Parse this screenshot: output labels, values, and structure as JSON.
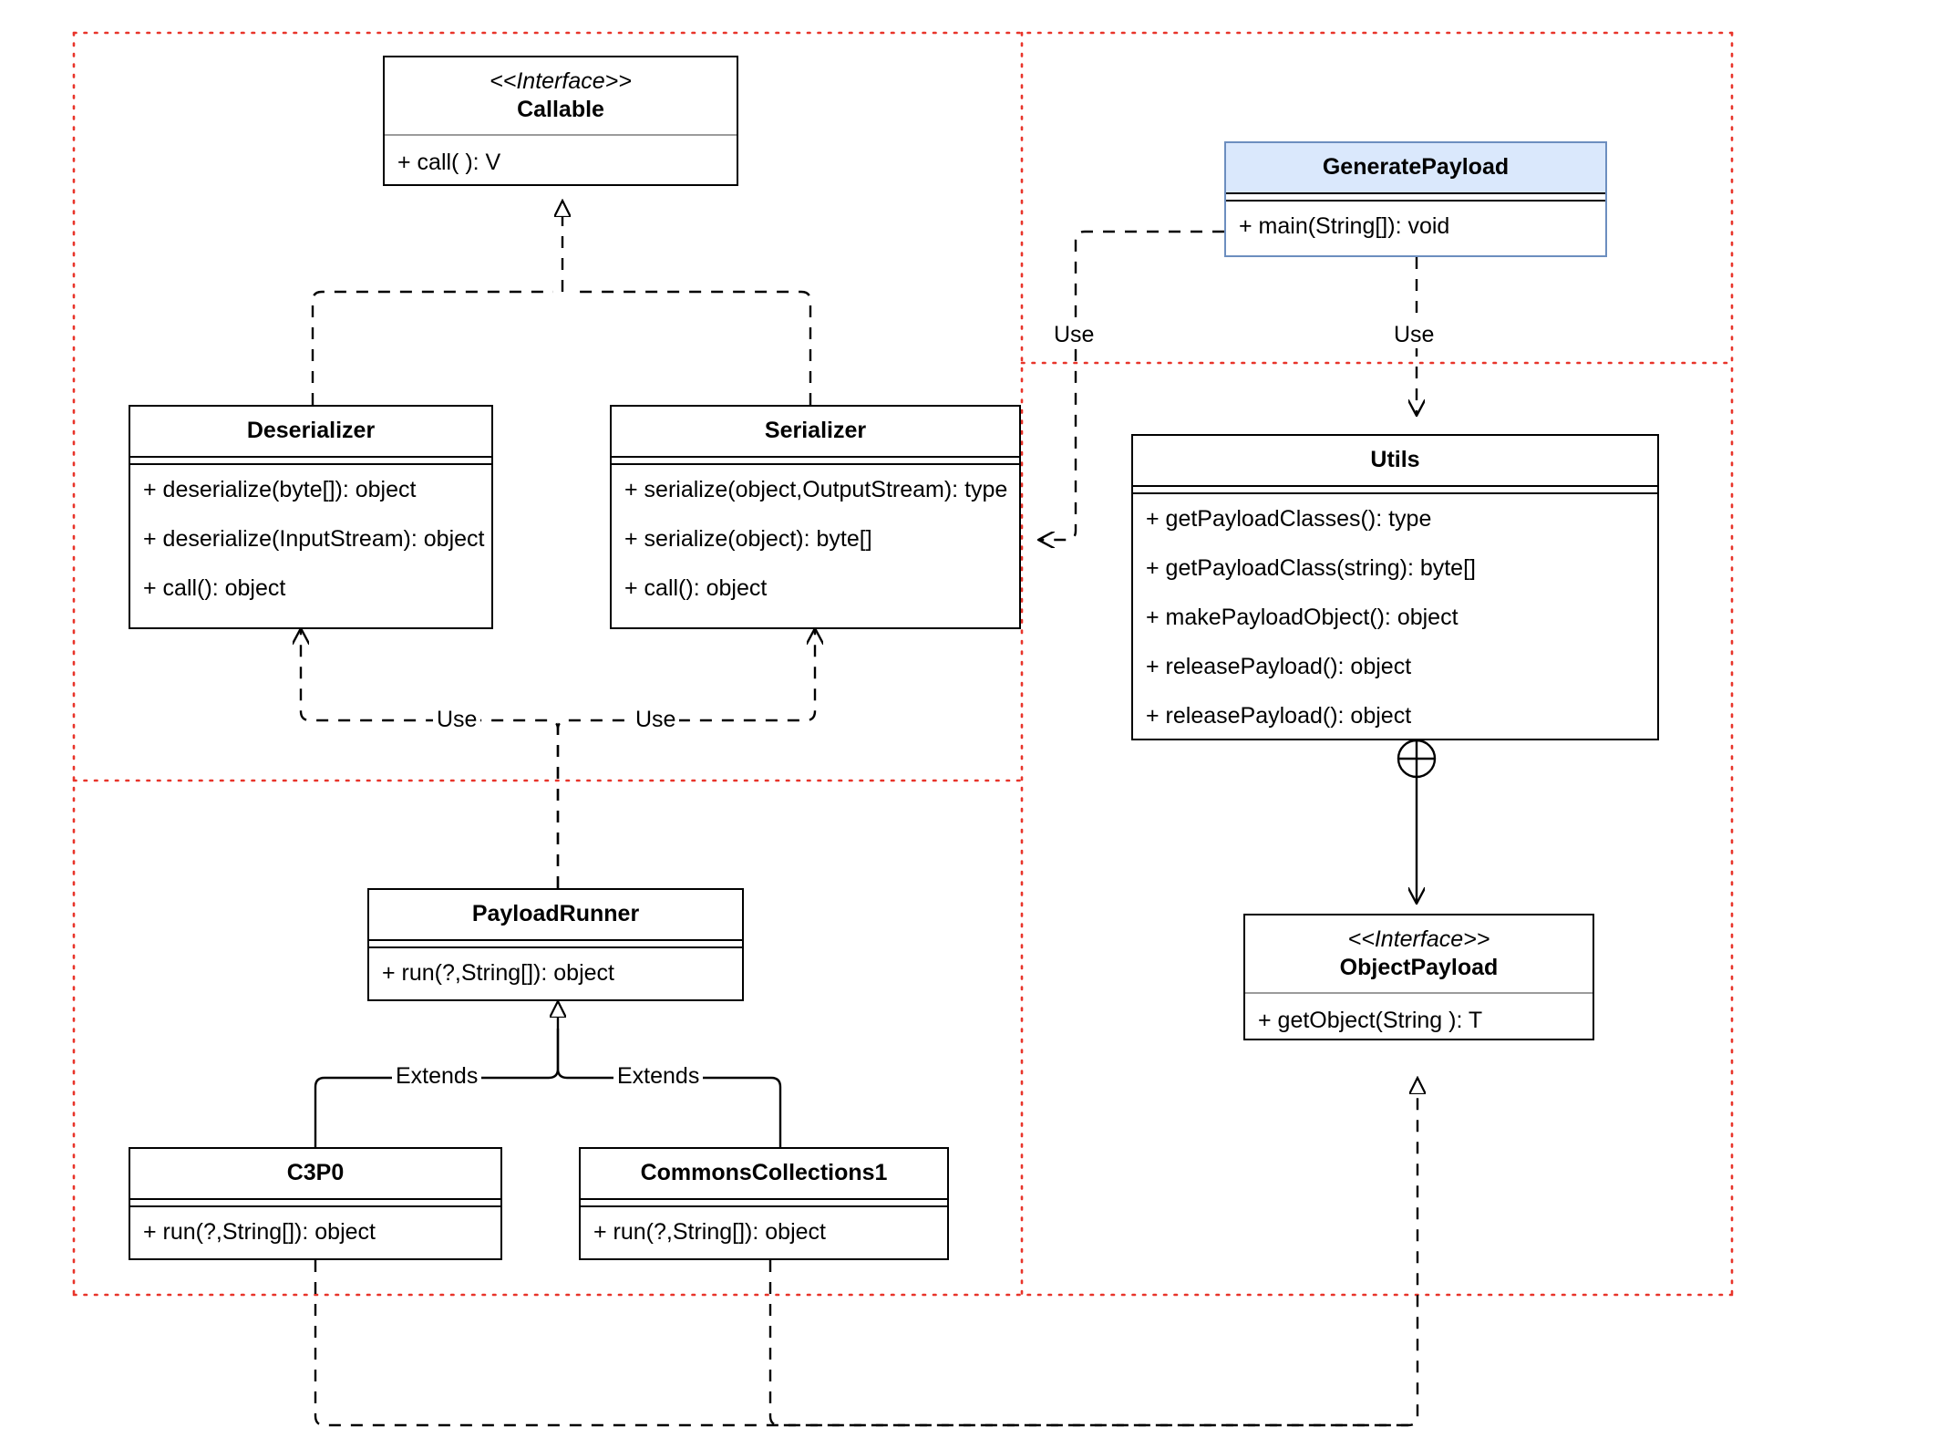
{
  "diagram": {
    "title": "UML Class Diagram",
    "type": "class-diagram",
    "colors": {
      "accent_fill": "#dae8fc",
      "accent_border": "#6c8ebf",
      "boundary": "#e8342a",
      "line": "#000000",
      "separator": "#9b9b9b"
    }
  },
  "classes": {
    "callable": {
      "stereotype": "<<Interface>>",
      "name": "Callable",
      "members": [
        "+ call( ): V"
      ]
    },
    "deserializer": {
      "name": "Deserializer",
      "members": [
        "+ deserialize(byte[]): object",
        "+ deserialize(InputStream): object",
        "+ call(): object"
      ]
    },
    "serializer": {
      "name": "Serializer",
      "members": [
        "+ serialize(object,OutputStream): type",
        "+ serialize(object): byte[]",
        "+ call(): object"
      ]
    },
    "generate_payload": {
      "name": "GeneratePayload",
      "members": [
        "+ main(String[]): void"
      ]
    },
    "utils": {
      "name": "Utils",
      "members": [
        "+ getPayloadClasses(): type",
        "+ getPayloadClass(string): byte[]",
        "+ makePayloadObject(): object",
        "+ releasePayload(): object",
        "+ releasePayload(): object"
      ]
    },
    "object_payload": {
      "stereotype": "<<Interface>>",
      "name": "ObjectPayload",
      "members": [
        "+ getObject(String ): T"
      ]
    },
    "payload_runner": {
      "name": "PayloadRunner",
      "members": [
        "+ run(?,String[]): object"
      ]
    },
    "c3p0": {
      "name": "C3P0",
      "members": [
        "+ run(?,String[]): object"
      ]
    },
    "commons_collections1": {
      "name": "CommonsCollections1",
      "members": [
        "+ run(?,String[]): object"
      ]
    }
  },
  "edge_labels": {
    "use_generate_to_serializer": "Use",
    "use_generate_to_utils": "Use",
    "use_runner_to_deserializer": "Use",
    "use_runner_to_serializer": "Use",
    "extends_c3p0": "Extends",
    "extends_commons": "Extends"
  },
  "relationships": [
    {
      "from": "Deserializer",
      "to": "Callable",
      "type": "realization",
      "label": ""
    },
    {
      "from": "Serializer",
      "to": "Callable",
      "type": "realization",
      "label": ""
    },
    {
      "from": "GeneratePayload",
      "to": "Serializer",
      "type": "dependency",
      "label": "Use"
    },
    {
      "from": "GeneratePayload",
      "to": "Utils",
      "type": "dependency",
      "label": "Use"
    },
    {
      "from": "PayloadRunner",
      "to": "Deserializer",
      "type": "dependency",
      "label": "Use"
    },
    {
      "from": "PayloadRunner",
      "to": "Serializer",
      "type": "dependency",
      "label": "Use"
    },
    {
      "from": "C3P0",
      "to": "PayloadRunner",
      "type": "generalization",
      "label": "Extends"
    },
    {
      "from": "CommonsCollections1",
      "to": "PayloadRunner",
      "type": "generalization",
      "label": "Extends"
    },
    {
      "from": "Utils",
      "to": "ObjectPayload",
      "type": "containment",
      "label": ""
    },
    {
      "from": "C3P0",
      "to": "ObjectPayload",
      "type": "realization",
      "label": ""
    },
    {
      "from": "CommonsCollections1",
      "to": "ObjectPayload",
      "type": "realization",
      "label": ""
    }
  ]
}
